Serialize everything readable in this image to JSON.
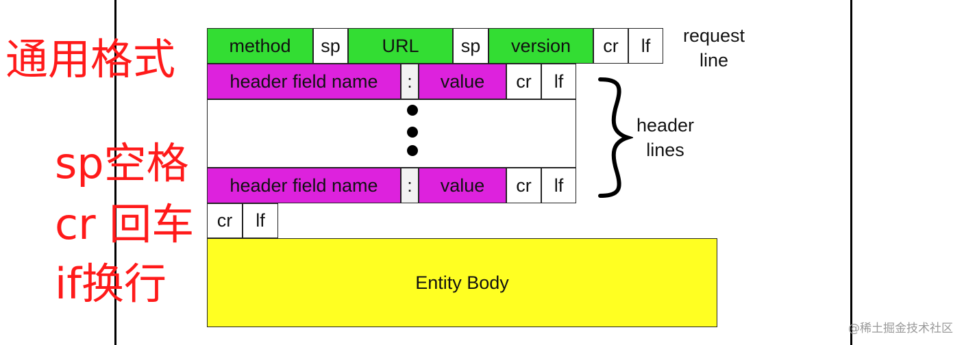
{
  "request_line": {
    "method": "method",
    "sp1": "sp",
    "url": "URL",
    "sp2": "sp",
    "version": "version",
    "cr": "cr",
    "lf": "lf",
    "label": "request\nline"
  },
  "header_line_1": {
    "name": "header field name",
    "colon": ":",
    "value": "value",
    "cr": "cr",
    "lf": "lf"
  },
  "header_line_2": {
    "name": "header field name",
    "colon": ":",
    "value": "value",
    "cr": "cr",
    "lf": "lf"
  },
  "header_lines_label": "header\nlines",
  "blank_line": {
    "cr": "cr",
    "lf": "lf"
  },
  "entity_body": "Entity Body",
  "annotations": {
    "title": "通用格式",
    "sp": "sp空格",
    "cr": "cr 回车",
    "lf": "if换行"
  },
  "watermark": "@稀土掘金技术社区",
  "colors": {
    "request_line": "#33dd33",
    "header": "#dd22dd",
    "entity_body": "#ffff22",
    "annotation": "#ff1a1a"
  }
}
